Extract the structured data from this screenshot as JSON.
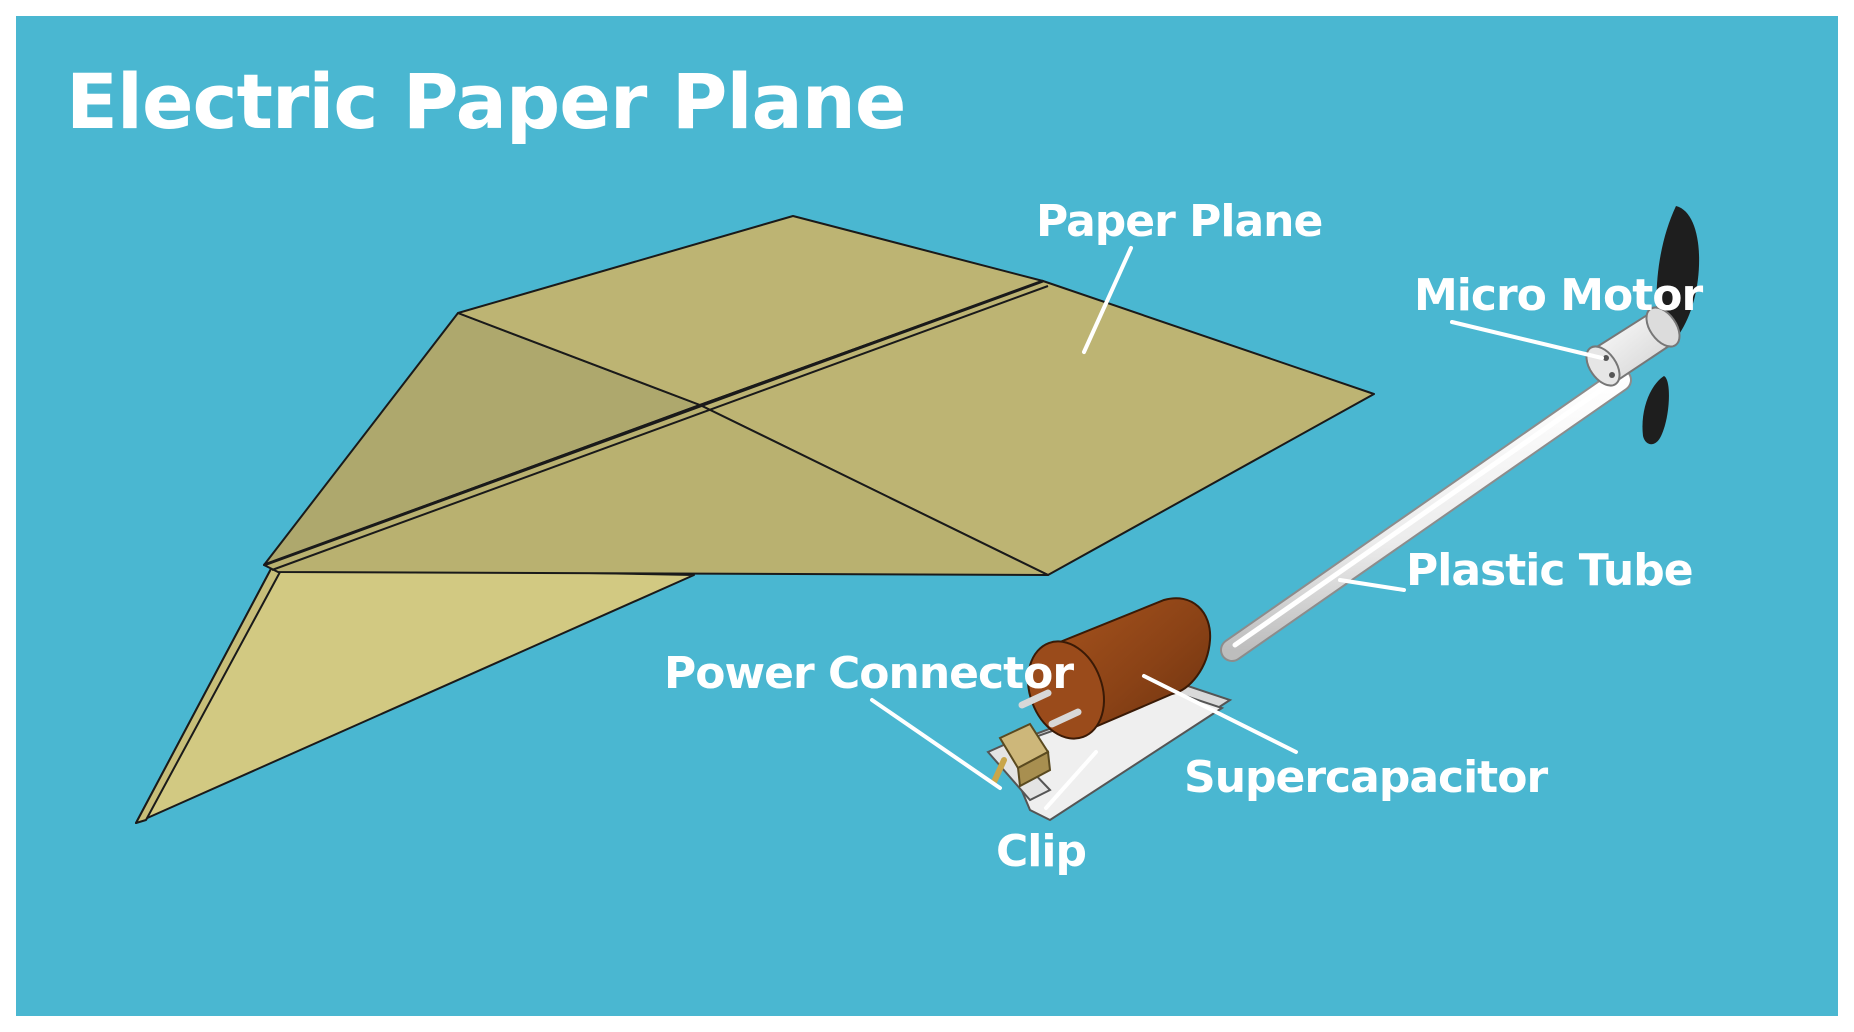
{
  "title": "Electric Paper Plane",
  "colors": {
    "background": "#4ab7d1",
    "frame": "#ffffff",
    "paper_light": "#d2c982",
    "paper_mid": "#bdb473",
    "paper_dark": "#aea86d",
    "tube": "#f2f2f2",
    "supercapacitor": "#8a4216",
    "propeller": "#1e1e1e",
    "label": "#ffffff"
  },
  "labels": {
    "paper_plane": "Paper Plane",
    "micro_motor": "Micro Motor",
    "plastic_tube": "Plastic Tube",
    "power_connector": "Power Connector",
    "supercapacitor": "Supercapacitor",
    "clip": "Clip"
  },
  "icons": {
    "paper_plane": "paper-plane-icon",
    "micro_motor": "motor-icon",
    "propeller": "propeller-icon",
    "plastic_tube": "tube-icon",
    "supercapacitor": "capacitor-icon",
    "power_connector": "connector-icon",
    "clip": "clip-icon"
  }
}
